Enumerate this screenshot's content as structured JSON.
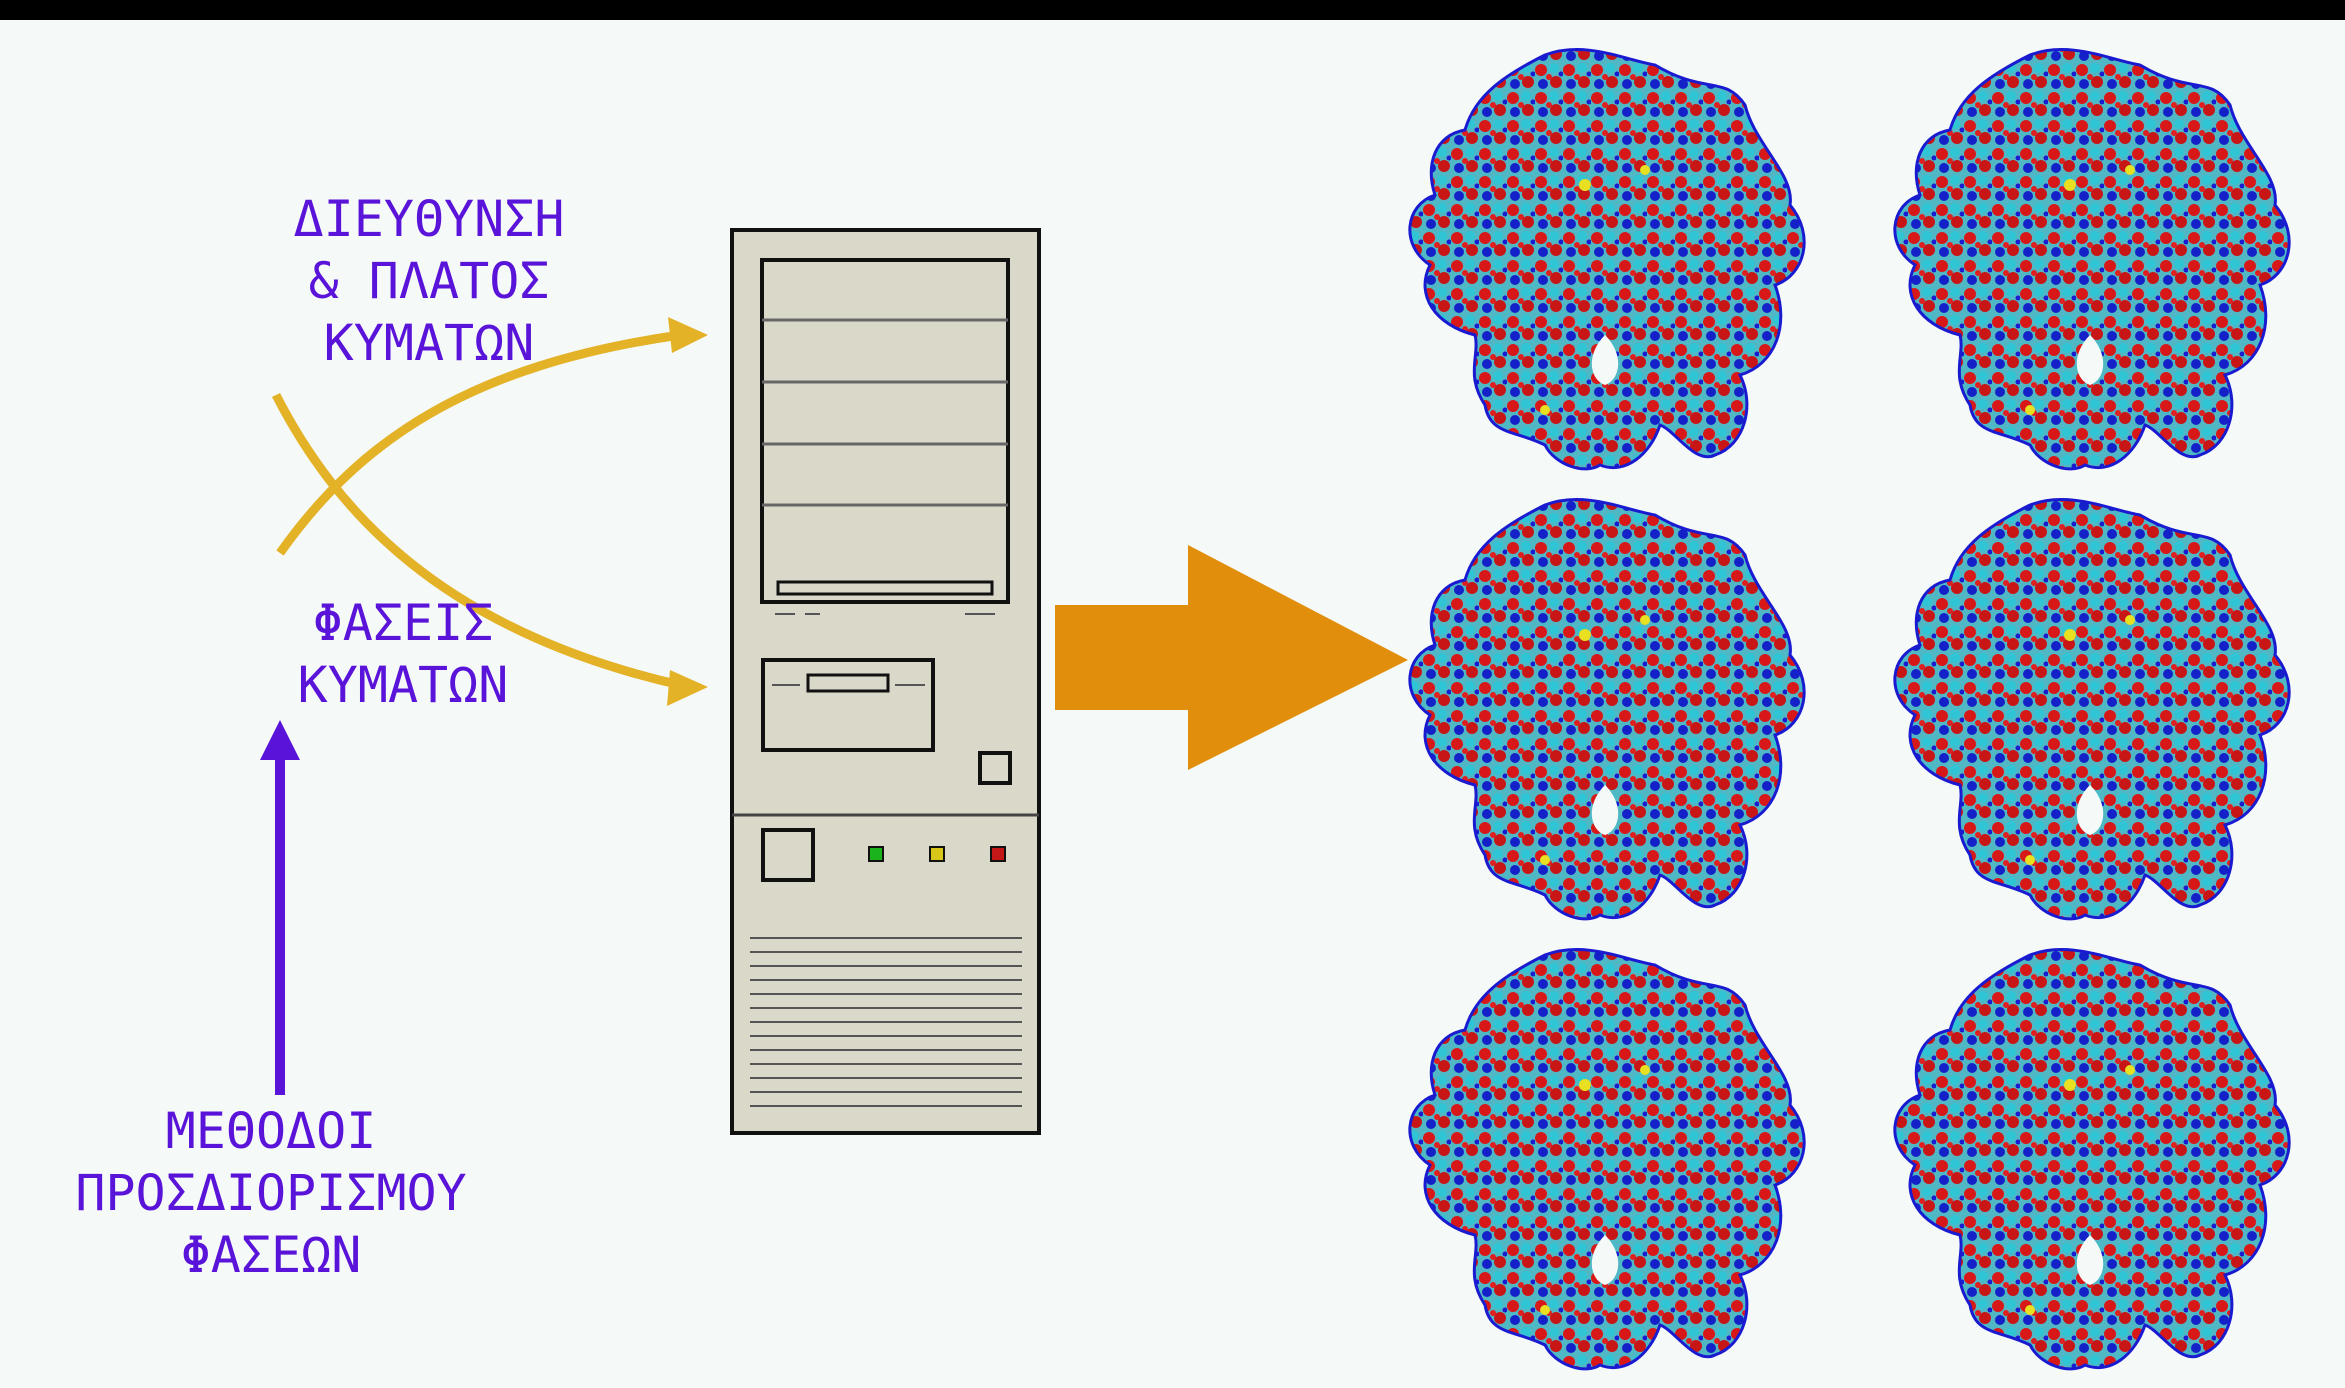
{
  "labels": {
    "amplitude": "ΔΙΕΥΘΥΝΣΗ\n& ΠΛΑΤΟΣ\nΚΥΜΑΤΩΝ",
    "phases": "ΦΑΣΕΙΣ\nΚΥΜΑΤΩΝ",
    "methods": "ΜΕΘΟΔΟΙ\nΠΡΟΣΔΙΟΡΙΣΜΟΥ\nΦΑΣΕΩΝ"
  },
  "colors": {
    "text": "#5a14d9",
    "curve_arrow": "#e3b227",
    "big_arrow": "#e08e0b",
    "methods_arrow": "#5a14d9",
    "computer_body": "#d9d8c9",
    "background": "#f5f9f7"
  },
  "icons": [
    "desktop-computer-icon",
    "protein-molecule-icon"
  ],
  "grid": {
    "rows": 3,
    "cols": 2
  }
}
